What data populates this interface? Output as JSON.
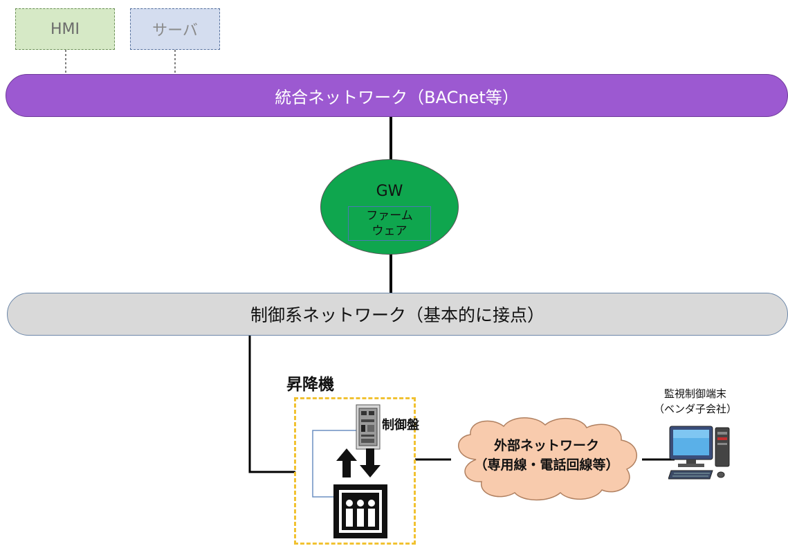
{
  "top_boxes": {
    "hmi": "HMI",
    "server": "サーバ"
  },
  "integrated_network": "統合ネットワーク（BACnet等）",
  "gateway": {
    "label": "GW",
    "firmware_line1": "ファーム",
    "firmware_line2": "ウェア"
  },
  "control_network": "制御系ネットワーク（基本的に接点）",
  "elevator": {
    "title": "昇降機",
    "control_panel": "制御盤"
  },
  "external_network": {
    "line1": "外部ネットワーク",
    "line2": "（専用線・電話回線等）"
  },
  "terminal": {
    "line1": "監視制御端末",
    "line2": "（ベンダ子会社）"
  },
  "colors": {
    "integrated": "#9c59d1",
    "control": "#d9d9d9",
    "gateway": "#0fa64e",
    "cloud": "#f8cbad",
    "elevator_border": "#f1c232"
  }
}
